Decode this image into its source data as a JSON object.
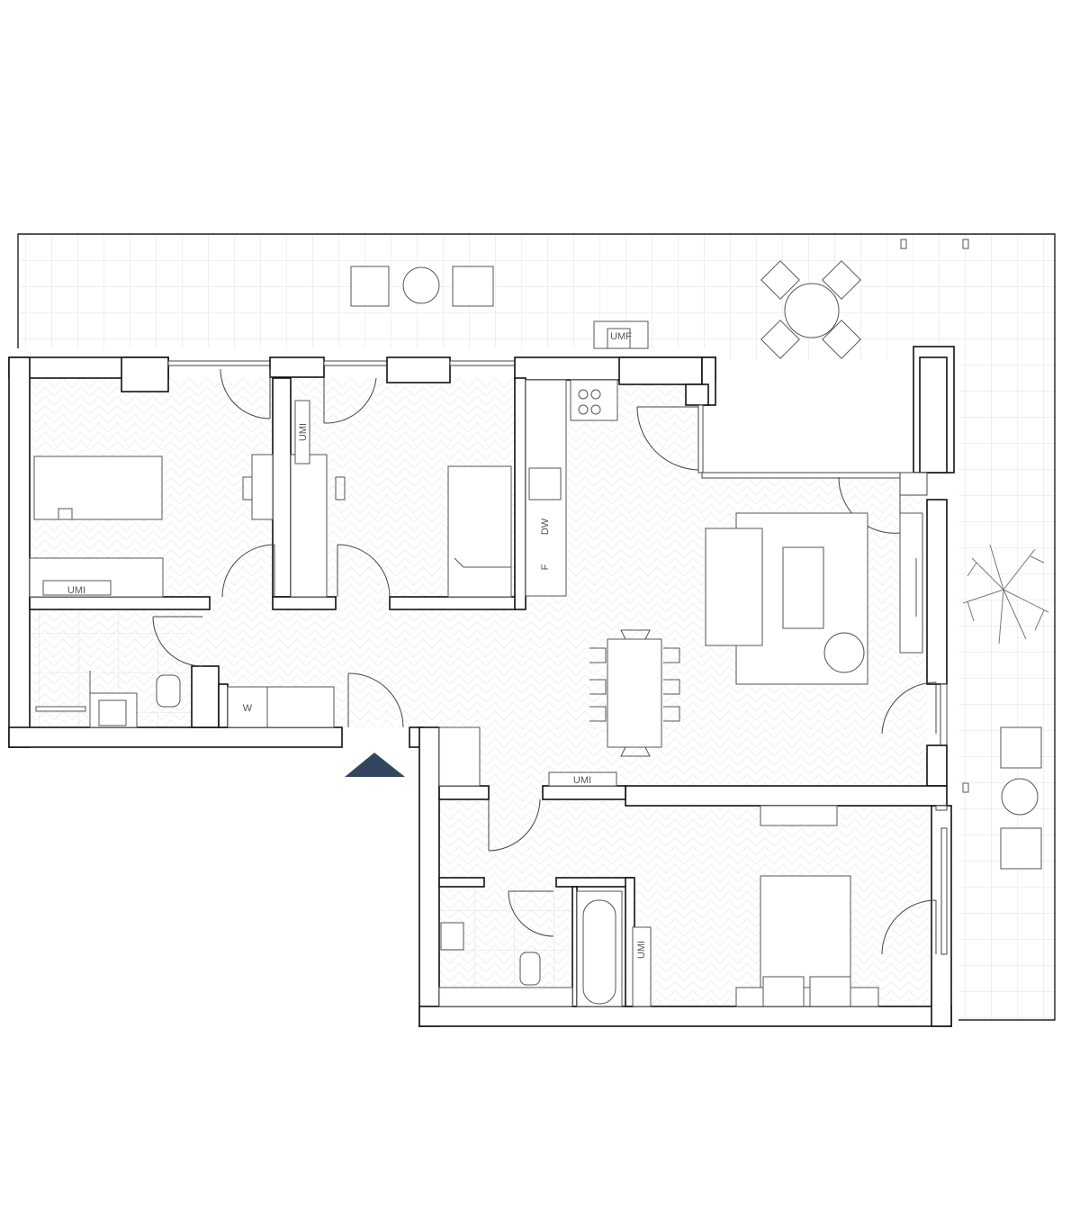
{
  "plan": {
    "labels": {
      "umi_bedroom1": "UMI",
      "umi_bedroom2": "UMI",
      "umi_hall": "UMI",
      "umi_bath": "UMI",
      "umf_terrace": "UMF",
      "dishwasher": "DW",
      "fridge": "F",
      "washer": "W"
    },
    "colors": {
      "entrance_marker": "#34465f",
      "wall_stroke": "#111111",
      "grid": "#e2e2e2"
    }
  }
}
